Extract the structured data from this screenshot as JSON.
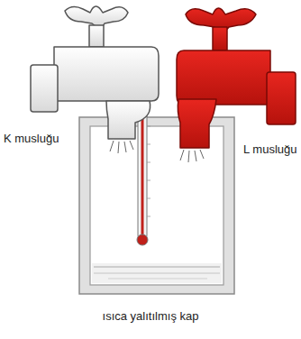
{
  "diagram": {
    "labels": [
      "K musluğu",
      "L musluğu",
      "ısıca yalıtılmış kap"
    ]
  }
}
